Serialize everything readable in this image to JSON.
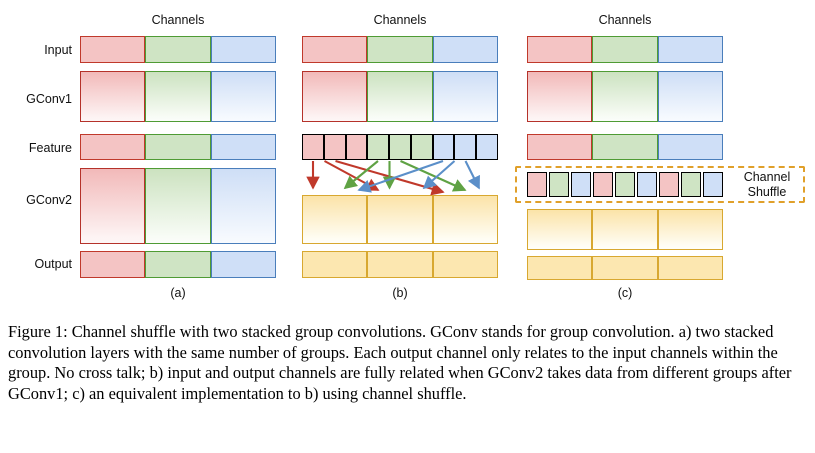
{
  "figure": {
    "row_labels": [
      "Input",
      "GConv1",
      "Feature",
      "GConv2",
      "Output"
    ],
    "channels_label": "Channels",
    "panel_captions": [
      "(a)",
      "(b)",
      "(c)"
    ],
    "shuffle_label_line1": "Channel",
    "shuffle_label_line2": "Shuffle",
    "colors": {
      "red_fill": "#f4c4c4",
      "red_stroke": "#c0392b",
      "green_fill": "#cfe4c4",
      "green_stroke": "#4f9b34",
      "blue_fill": "#cfdff7",
      "blue_stroke": "#4a7ebb",
      "yellow_fill": "#fce7b0",
      "yellow_stroke": "#d8a830",
      "shuffle_box_stroke": "#e0a02a"
    },
    "groups": 3,
    "channels_per_group": 3,
    "shuffle_sequence": [
      "red",
      "green",
      "blue",
      "red",
      "green",
      "blue",
      "red",
      "green",
      "blue"
    ]
  },
  "caption": {
    "text": "Figure 1: Channel shuffle with two stacked group convolutions. GConv stands for group convolution. a) two stacked convolution layers with the same number of groups. Each output channel only relates to the input channels within the group. No cross talk; b) input and output channels are fully related when GConv2 takes data from different groups after GConv1; c) an equivalent implementation to b) using channel shuffle."
  }
}
